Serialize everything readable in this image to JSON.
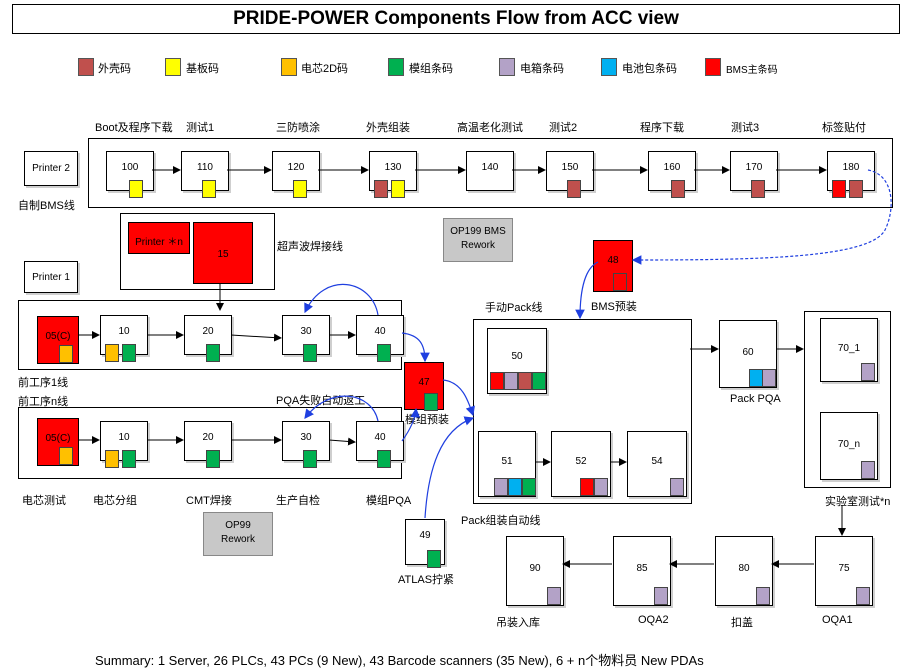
{
  "title": "PRIDE-POWER Components Flow from ACC view",
  "colors": {
    "shell": "#c0504d",
    "board": "#ffff00",
    "cell2d": "#ffc000",
    "module": "#00b050",
    "pack_box": "#b3a2c7",
    "pack_cell": "#00b0f0",
    "bms_main": "#ff0000"
  },
  "legend": [
    {
      "label": "外壳码",
      "color": "#c0504d"
    },
    {
      "label": "基板码",
      "color": "#ffff00"
    },
    {
      "label": "电芯2D码",
      "color": "#ffc000"
    },
    {
      "label": "模组条码",
      "color": "#00b050"
    },
    {
      "label": "电箱条码",
      "color": "#b3a2c7"
    },
    {
      "label": "电池包条码",
      "color": "#00b0f0"
    },
    {
      "label": "BMS主条码",
      "color": "#ff0000"
    }
  ],
  "bms_line": {
    "label": "自制BMS线",
    "printer": "Printer 2",
    "headers": [
      "Boot及程序下载",
      "测试1",
      "三防喷涂",
      "外壳组装",
      "高温老化测试",
      "测试2",
      "程序下载",
      "测试3",
      "标签贴付"
    ],
    "stations": [
      "100",
      "110",
      "120",
      "130",
      "140",
      "150",
      "160",
      "170",
      "180"
    ]
  },
  "ultrasonic": {
    "label": "超声波焊接线",
    "printer": "Printer ＊n",
    "station": "15"
  },
  "op199": {
    "line1": "OP199 BMS",
    "line2": "Rework"
  },
  "op99": {
    "line1": "OP99",
    "line2": "Rework"
  },
  "printer1": "Printer 1",
  "front1": {
    "label": "前工序1线",
    "stations": [
      "05(C)",
      "10",
      "20",
      "30",
      "40"
    ]
  },
  "frontn": {
    "label": "前工序n线",
    "stations": [
      "05(C)",
      "10",
      "20",
      "30",
      "40"
    ]
  },
  "pqa_note": "PQA失败自动返工",
  "bottom_labels": [
    "电芯测试",
    "电芯分组",
    "CMT焊接",
    "生产自检",
    "模组PQA"
  ],
  "s47": {
    "num": "47",
    "label": "模组预装"
  },
  "s48": {
    "num": "48",
    "label": "BMS预装"
  },
  "s49": {
    "num": "49",
    "label": "ATLAS拧紧"
  },
  "manual_pack": "手动Pack线",
  "auto_pack": "Pack组装自动线",
  "pack_stations": {
    "s50": "50",
    "s51": "51",
    "s52": "52",
    "s54": "54"
  },
  "s60": {
    "num": "60",
    "label": "Pack PQA"
  },
  "lab": {
    "s70_1": "70_1",
    "s70_n": "70_n",
    "label": "实验室测试*n"
  },
  "final_line": [
    {
      "num": "75",
      "label": "OQA1"
    },
    {
      "num": "80",
      "label": "扣盖"
    },
    {
      "num": "85",
      "label": "OQA2"
    },
    {
      "num": "90",
      "label": "吊装入库"
    }
  ],
  "summary": "Summary: 1 Server, 26 PLCs, 43 PCs (9 New), 43 Barcode scanners (35 New), 6 + n个物料员 New PDAs"
}
